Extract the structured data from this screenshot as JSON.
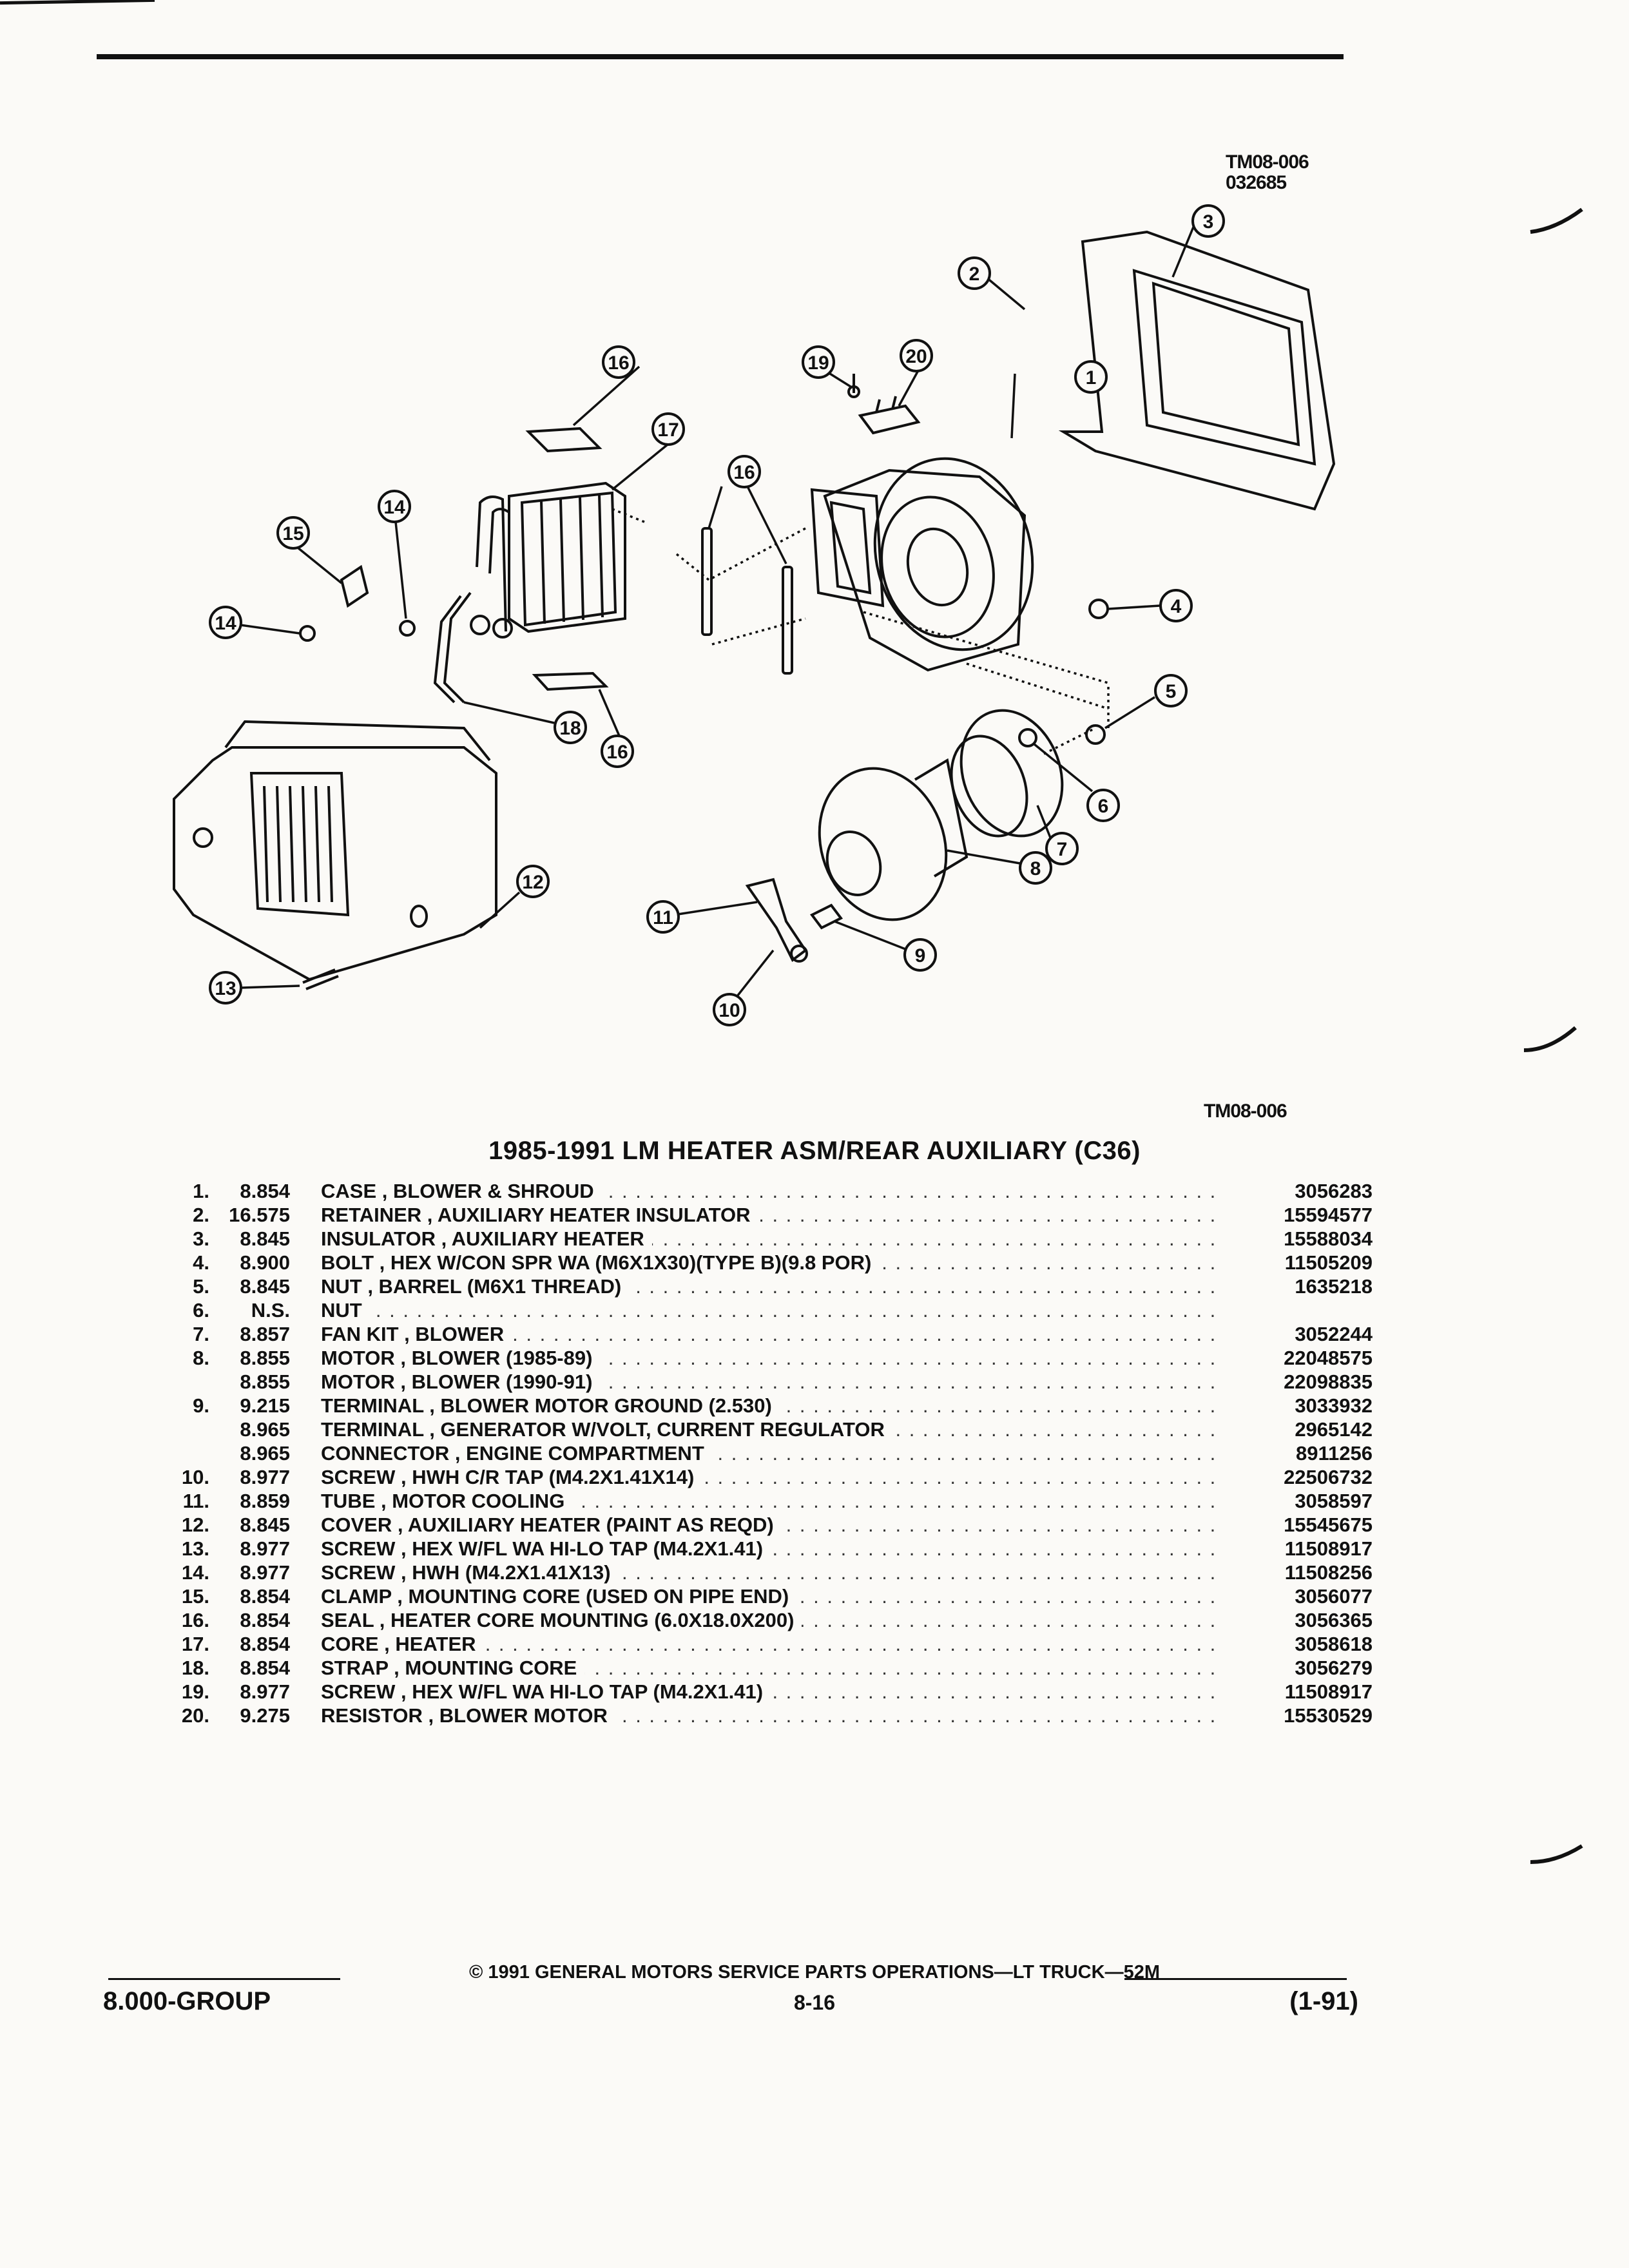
{
  "figure": {
    "id_top": "TM08-006",
    "id_sub": "032685",
    "id_bottom": "TM08-006",
    "callouts": [
      "1",
      "2",
      "3",
      "4",
      "5",
      "6",
      "7",
      "8",
      "9",
      "10",
      "11",
      "12",
      "13",
      "14",
      "14",
      "15",
      "16",
      "16",
      "16",
      "17",
      "18",
      "19",
      "20"
    ]
  },
  "section": {
    "title": "1985-1991 LM HEATER ASM/REAR AUXILIARY (C36)"
  },
  "parts": [
    {
      "no": "1.",
      "group": "8.854",
      "desc": "CASE , BLOWER & SHROUD",
      "pn": "3056283"
    },
    {
      "no": "2.",
      "group": "16.575",
      "desc": "RETAINER , AUXILIARY HEATER INSULATOR",
      "pn": "15594577"
    },
    {
      "no": "3.",
      "group": "8.845",
      "desc": "INSULATOR , AUXILIARY HEATER",
      "pn": "15588034"
    },
    {
      "no": "4.",
      "group": "8.900",
      "desc": "BOLT , HEX W/CON SPR WA (M6X1X30)(TYPE B)(9.8 POR)",
      "pn": "11505209"
    },
    {
      "no": "5.",
      "group": "8.845",
      "desc": "NUT , BARREL (M6X1 THREAD)",
      "pn": "1635218"
    },
    {
      "no": "6.",
      "group": "N.S.",
      "desc": "NUT",
      "pn": ""
    },
    {
      "no": "7.",
      "group": "8.857",
      "desc": "FAN KIT , BLOWER",
      "pn": "3052244"
    },
    {
      "no": "8.",
      "group": "8.855",
      "desc": "MOTOR , BLOWER (1985-89)",
      "pn": "22048575"
    },
    {
      "no": "",
      "group": "8.855",
      "desc": "MOTOR , BLOWER (1990-91)",
      "pn": "22098835"
    },
    {
      "no": "9.",
      "group": "9.215",
      "desc": "TERMINAL , BLOWER MOTOR GROUND (2.530)",
      "pn": "3033932"
    },
    {
      "no": "",
      "group": "8.965",
      "desc": "TERMINAL , GENERATOR W/VOLT, CURRENT REGULATOR",
      "pn": "2965142"
    },
    {
      "no": "",
      "group": "8.965",
      "desc": "CONNECTOR , ENGINE COMPARTMENT",
      "pn": "8911256"
    },
    {
      "no": "10.",
      "group": "8.977",
      "desc": "SCREW , HWH C/R TAP (M4.2X1.41X14)",
      "pn": "22506732"
    },
    {
      "no": "11.",
      "group": "8.859",
      "desc": "TUBE , MOTOR COOLING",
      "pn": "3058597"
    },
    {
      "no": "12.",
      "group": "8.845",
      "desc": "COVER , AUXILIARY HEATER (PAINT AS REQD)",
      "pn": "15545675"
    },
    {
      "no": "13.",
      "group": "8.977",
      "desc": "SCREW , HEX W/FL WA HI-LO TAP (M4.2X1.41)",
      "pn": "11508917"
    },
    {
      "no": "14.",
      "group": "8.977",
      "desc": "SCREW , HWH (M4.2X1.41X13)",
      "pn": "11508256"
    },
    {
      "no": "15.",
      "group": "8.854",
      "desc": "CLAMP , MOUNTING CORE (USED ON PIPE END)",
      "pn": "3056077"
    },
    {
      "no": "16.",
      "group": "8.854",
      "desc": "SEAL , HEATER CORE MOUNTING (6.0X18.0X200)",
      "pn": "3056365"
    },
    {
      "no": "17.",
      "group": "8.854",
      "desc": "CORE , HEATER",
      "pn": "3058618"
    },
    {
      "no": "18.",
      "group": "8.854",
      "desc": "STRAP , MOUNTING CORE",
      "pn": "3056279"
    },
    {
      "no": "19.",
      "group": "8.977",
      "desc": "SCREW , HEX W/FL WA HI-LO TAP (M4.2X1.41)",
      "pn": "11508917"
    },
    {
      "no": "20.",
      "group": "9.275",
      "desc": "RESISTOR , BLOWER MOTOR",
      "pn": "15530529"
    }
  ],
  "footer": {
    "copyright": "© 1991 GENERAL MOTORS SERVICE PARTS OPERATIONS—LT TRUCK—52M",
    "group": "8.000-GROUP",
    "page": "8-16",
    "date": "(1-91)"
  }
}
